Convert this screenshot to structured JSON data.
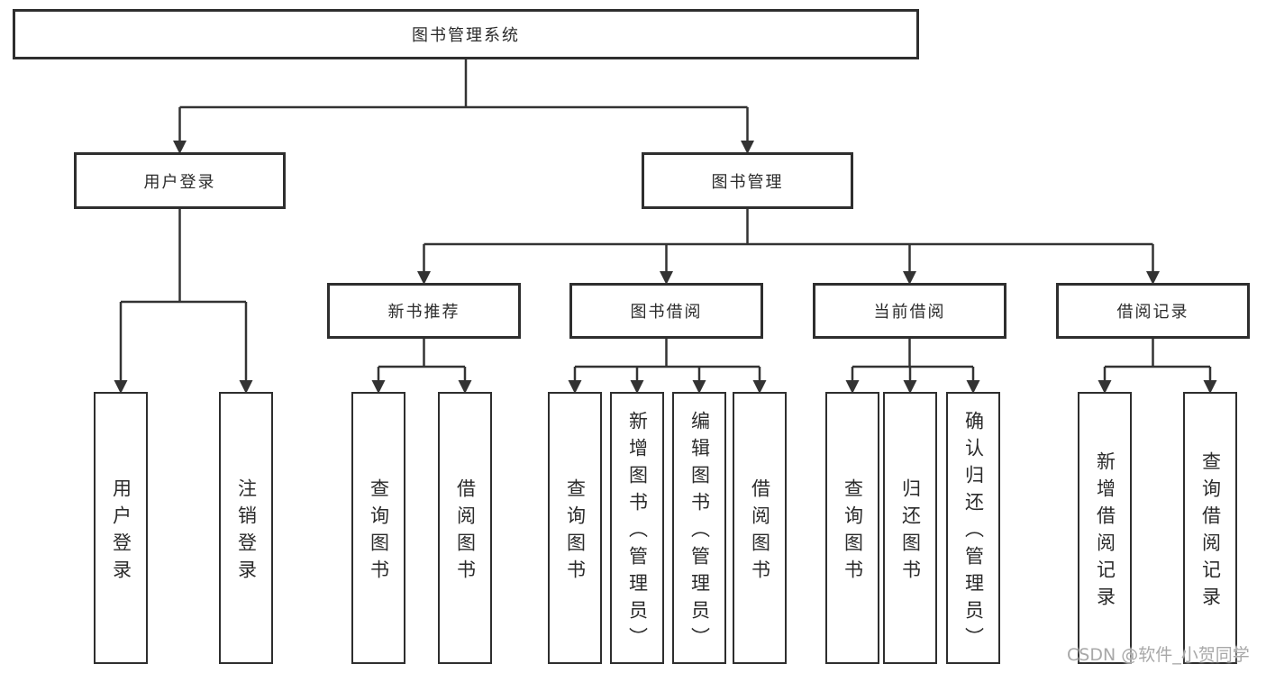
{
  "watermark": "CSDN @软件_小贺同学",
  "colors": {
    "line": "#333333",
    "box_border": "#2e2e2e",
    "text": "#2b2b2b",
    "watermark_text": "#a8a8a8",
    "background": "#ffffff"
  },
  "tree": {
    "label": "图书管理系统",
    "children": [
      {
        "label": "用户登录",
        "children": [
          {
            "label": "用户登录"
          },
          {
            "label": "注销登录"
          }
        ]
      },
      {
        "label": "图书管理",
        "children": [
          {
            "label": "新书推荐",
            "children": [
              {
                "label": "查询图书"
              },
              {
                "label": "借阅图书"
              }
            ]
          },
          {
            "label": "图书借阅",
            "children": [
              {
                "label": "查询图书"
              },
              {
                "label": "新增图书（管理员）"
              },
              {
                "label": "编辑图书（管理员）"
              },
              {
                "label": "借阅图书"
              }
            ]
          },
          {
            "label": "当前借阅",
            "children": [
              {
                "label": "查询图书"
              },
              {
                "label": "归还图书"
              },
              {
                "label": "确认归还（管理员）"
              }
            ]
          },
          {
            "label": "借阅记录",
            "children": [
              {
                "label": "新增借阅记录"
              },
              {
                "label": "查询借阅记录"
              }
            ]
          }
        ]
      }
    ]
  }
}
